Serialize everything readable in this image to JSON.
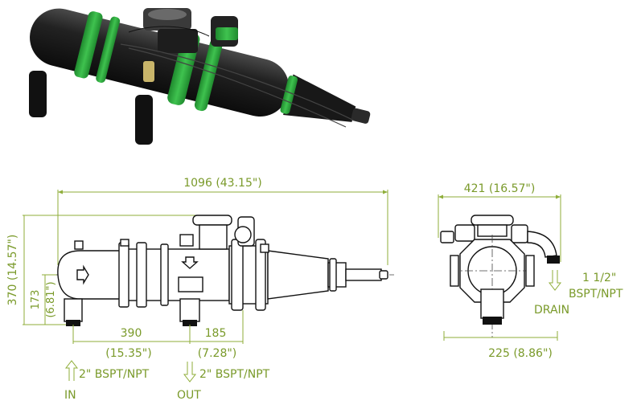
{
  "product_image": {
    "icon": "filter-unit-photo"
  },
  "front_view": {
    "overall_length": "1096 (43.15\")",
    "overall_height": "370 (14.57\")",
    "axis_height": "173",
    "axis_height_in": "(6.81\")",
    "inlet_offset": "390",
    "inlet_offset_in": "(15.35\")",
    "outlet_offset": "185",
    "outlet_offset_in": "(7.28\")",
    "inlet_size": "2\" BSPT/NPT",
    "inlet_label": "IN",
    "outlet_size": "2\" BSPT/NPT",
    "outlet_label": "OUT"
  },
  "side_view": {
    "width": "421 (16.57\")",
    "base_width": "225 (8.86\")",
    "drain_size_line1": "1 1/2\"",
    "drain_size_line2": "BSPT/NPT",
    "drain_label": "DRAIN"
  },
  "colors": {
    "dimension": "#7a9a2a",
    "ring_green": "#2fae3e",
    "body": "#1c1c1c"
  }
}
